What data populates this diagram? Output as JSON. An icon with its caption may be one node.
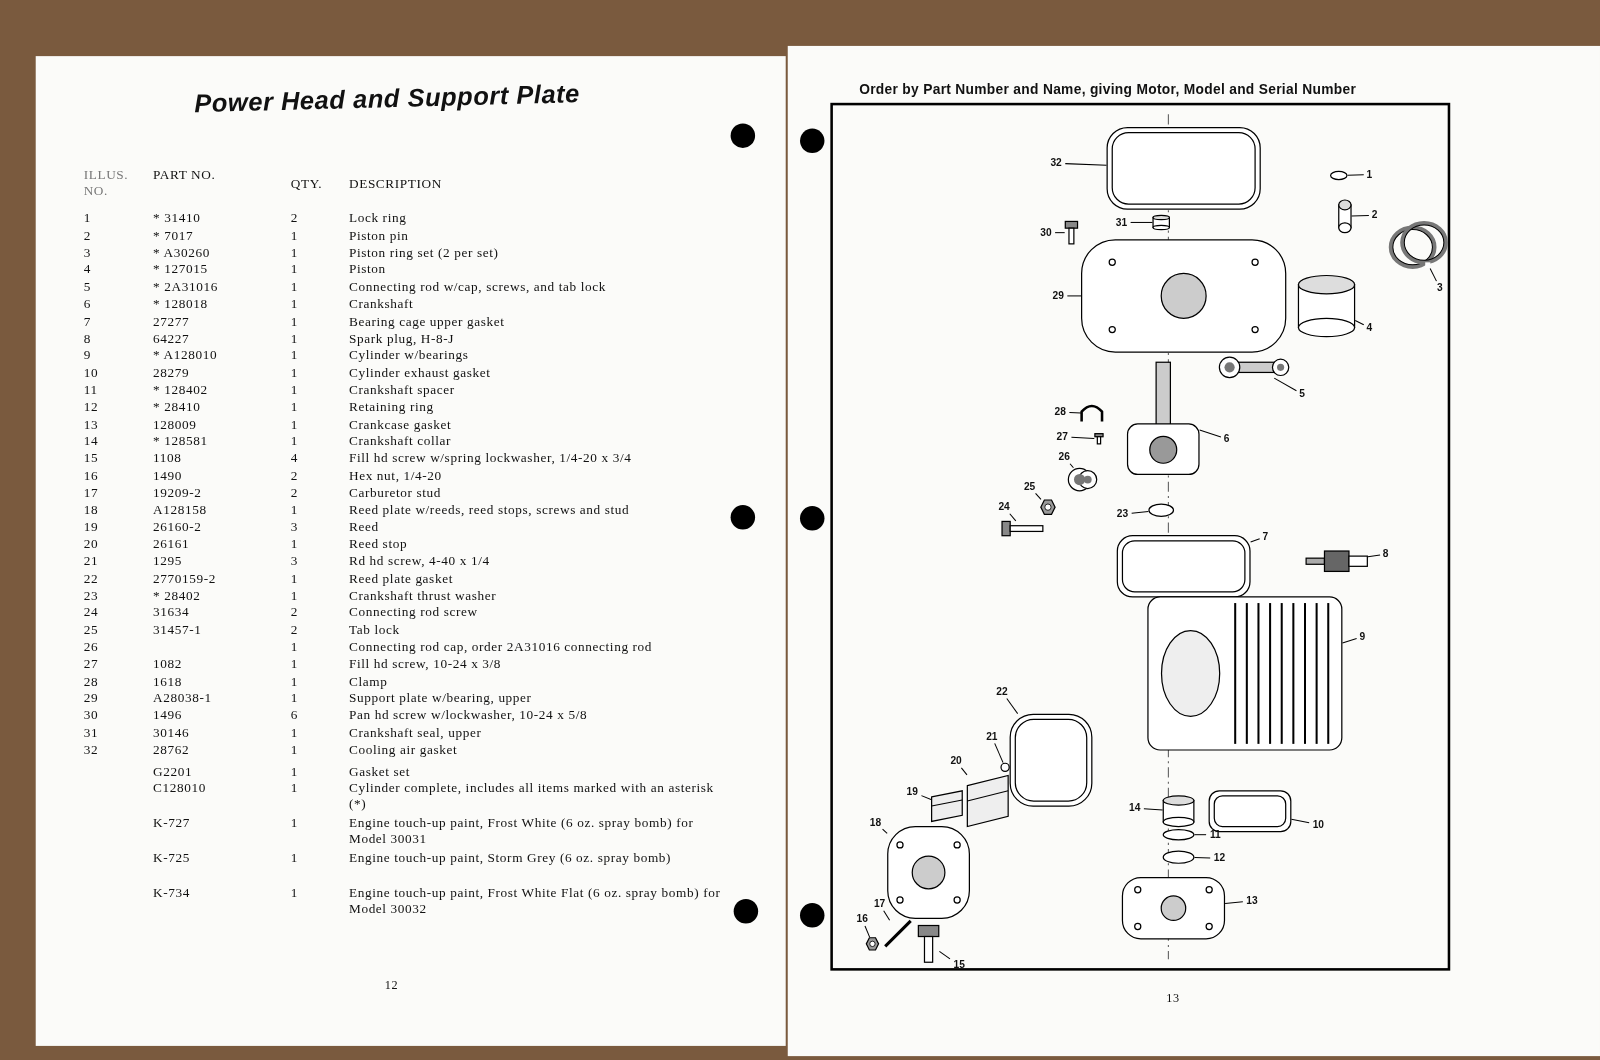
{
  "diagram": {
    "title": "Power Head and Support Plate",
    "nodes": [
      {
        "text": [
          "1"
        ]
      },
      {
        "text": [
          "2"
        ]
      },
      {
        "text": [
          "3"
        ]
      },
      {
        "text": [
          "4"
        ]
      },
      {
        "text": [
          "5"
        ]
      },
      {
        "text": [
          "6"
        ]
      },
      {
        "text": [
          "7"
        ]
      },
      {
        "text": [
          "8"
        ]
      },
      {
        "text": [
          "9"
        ]
      },
      {
        "text": [
          "10"
        ]
      },
      {
        "text": [
          "11"
        ]
      },
      {
        "text": [
          "12"
        ]
      },
      {
        "text": [
          "13"
        ]
      },
      {
        "text": [
          "14"
        ]
      },
      {
        "text": [
          "15"
        ]
      },
      {
        "text": [
          "16"
        ]
      },
      {
        "text": [
          "17"
        ]
      },
      {
        "text": [
          "18"
        ]
      },
      {
        "text": [
          "19"
        ]
      },
      {
        "text": [
          "20"
        ]
      },
      {
        "text": [
          "21"
        ]
      },
      {
        "text": [
          "22"
        ]
      },
      {
        "text": [
          "23"
        ]
      },
      {
        "text": [
          "24"
        ]
      },
      {
        "text": [
          "25"
        ]
      },
      {
        "text": [
          "26"
        ]
      },
      {
        "text": [
          "27"
        ]
      },
      {
        "text": [
          "28"
        ]
      },
      {
        "text": [
          "29"
        ]
      },
      {
        "text": [
          "30"
        ]
      },
      {
        "text": [
          "31"
        ]
      },
      {
        "text": [
          "32"
        ]
      },
      {
        "text": [],
        "shape": "circle"
      },
      {
        "text": [],
        "shape": "cylinder"
      },
      {
        "text": [],
        "shape": "picture"
      },
      {
        "text": [],
        "shape": "cylinder"
      },
      {
        "text": [],
        "shape": "picture"
      },
      {
        "text": [],
        "shape": "picture"
      },
      {
        "text": [],
        "shape": "picture"
      },
      {
        "text": [],
        "shape": "picture"
      },
      {
        "text": [],
        "shape": "picture"
      },
      {
        "text": [],
        "shape": "picture"
      },
      {
        "text": [],
        "shape": "circle"
      },
      {
        "text": [],
        "shape": "circle"
      },
      {
        "text": [],
        "shape": "picture"
      },
      {
        "text": [],
        "shape": "cylinder"
      },
      {
        "text": [],
        "shape": "picture"
      },
      {
        "text": [],
        "shape": "picture"
      },
      {
        "text": [],
        "shape": "picture"
      },
      {
        "text": [],
        "shape": "picture"
      },
      {
        "text": [],
        "shape": "picture"
      },
      {
        "text": [],
        "shape": "picture"
      },
      {
        "text": [],
        "shape": "circle"
      },
      {
        "text": [],
        "shape": "picture"
      },
      {
        "text": [],
        "shape": "circle"
      },
      {
        "text": [],
        "shape": "picture"
      },
      {
        "text": [],
        "shape": "picture"
      },
      {
        "text": [],
        "shape": "picture"
      },
      {
        "text": [],
        "shape": "picture"
      },
      {
        "text": [],
        "shape": "picture"
      },
      {
        "text": [],
        "shape": "picture"
      },
      {
        "text": [],
        "shape": "picture"
      },
      {
        "text": [],
        "shape": "cylinder"
      },
      {
        "text": [],
        "shape": "picture"
      }
    ],
    "edges": [
      {
        "from": 0,
        "to": 32,
        "arrow": "none"
      },
      {
        "from": 1,
        "to": 33,
        "arrow": "none"
      },
      {
        "from": 2,
        "to": 34,
        "arrow": "none"
      },
      {
        "from": 3,
        "to": 35,
        "arrow": "none"
      },
      {
        "from": 4,
        "to": 36,
        "arrow": "none"
      },
      {
        "from": 5,
        "to": 37,
        "arrow": "none"
      },
      {
        "from": 6,
        "to": 38,
        "arrow": "none"
      },
      {
        "from": 7,
        "to": 39,
        "arrow": "none"
      },
      {
        "from": 8,
        "to": 40,
        "arrow": "none"
      },
      {
        "from": 9,
        "to": 41,
        "arrow": "none"
      },
      {
        "from": 10,
        "to": 42,
        "arrow": "none"
      },
      {
        "from": 11,
        "to": 43,
        "arrow": "none"
      },
      {
        "from": 12,
        "to": 44,
        "arrow": "none"
      },
      {
        "from": 13,
        "to": 45,
        "arrow": "none"
      },
      {
        "from": 14,
        "to": 46,
        "arrow": "none"
      },
      {
        "from": 15,
        "to": 47,
        "arrow": "none"
      },
      {
        "from": 16,
        "to": 48,
        "arrow": "none"
      },
      {
        "from": 17,
        "to": 49,
        "arrow": "none"
      },
      {
        "from": 18,
        "to": 50,
        "arrow": "none"
      },
      {
        "from": 19,
        "to": 51,
        "arrow": "none"
      },
      {
        "from": 20,
        "to": 52,
        "arrow": "none"
      },
      {
        "from": 21,
        "to": 53,
        "arrow": "none"
      },
      {
        "from": 22,
        "to": 54,
        "arrow": "none"
      },
      {
        "from": 23,
        "to": 55,
        "arrow": "none"
      },
      {
        "from": 24,
        "to": 56,
        "arrow": "none"
      },
      {
        "from": 25,
        "to": 57,
        "arrow": "none"
      },
      {
        "from": 26,
        "to": 58,
        "arrow": "none"
      },
      {
        "from": 27,
        "to": 59,
        "arrow": "none"
      },
      {
        "from": 28,
        "to": 60,
        "arrow": "none"
      },
      {
        "from": 29,
        "to": 61,
        "arrow": "none"
      },
      {
        "from": 30,
        "to": 62,
        "arrow": "none"
      },
      {
        "from": 31,
        "to": 63,
        "arrow": "none"
      }
    ],
    "labels": [
      "ILLUS. NO.",
      "PART NO.",
      "QTY.",
      "DESCRIPTION",
      "1",
      "* 31410",
      "2",
      "Lock ring",
      "2",
      "* 7017",
      "1",
      "Piston pin",
      "3",
      "* A30260",
      "1",
      "Piston ring set (2 per set)",
      "4",
      "* 127015",
      "1",
      "Piston",
      "5",
      "* 2A31016",
      "1",
      "Connecting rod w/cap, screws, and tab lock",
      "6",
      "* 128018",
      "1",
      "Crankshaft",
      "7",
      "27277",
      "1",
      "Bearing cage upper gasket",
      "8",
      "64227",
      "1",
      "Spark plug, H-8-J",
      "9",
      "* A128010",
      "1",
      "Cylinder w/bearings",
      "10",
      "28279",
      "1",
      "Cylinder exhaust gasket",
      "11",
      "* 128402",
      "1",
      "Crankshaft spacer",
      "12",
      "* 28410",
      "1",
      "Retaining ring",
      "13",
      "128009",
      "1",
      "Crankcase gasket",
      "14",
      "* 128581",
      "1",
      "Crankshaft collar",
      "15",
      "1108",
      "4",
      "Fill hd screw w/spring lockwasher, 1/4-20 x 3/4",
      "16",
      "1490",
      "2",
      "Hex nut, 1/4-20",
      "17",
      "19209-2",
      "2",
      "Carburetor stud",
      "18",
      "A128158",
      "1",
      "Reed plate w/reeds, reed stops, screws and stud",
      "19",
      "26160-2",
      "3",
      "Reed",
      "20",
      "26161",
      "1",
      "Reed stop",
      "21",
      "1295",
      "3",
      "Rd hd screw, 4-40 x 1/4",
      "22",
      "2770159-2",
      "1",
      "Reed plate gasket",
      "23",
      "* 28402",
      "1",
      "Crankshaft thrust washer",
      "24",
      "31634",
      "2",
      "Connecting rod screw",
      "25",
      "31457-1",
      "2",
      "Tab lock",
      "26",
      "1",
      "Connecting rod cap, order 2A31016 connecting rod",
      "27",
      "1082",
      "1",
      "Fill hd screw, 10-24 x 3/8",
      "28",
      "1618",
      "1",
      "Clamp",
      "29",
      "A28038-1",
      "1",
      "Support plate w/bearing, upper",
      "30",
      "1496",
      "6",
      "Pan hd screw w/lockwasher, 10-24 x 5/8",
      "31",
      "30146",
      "1",
      "Crankshaft seal, upper",
      "32",
      "28762",
      "1",
      "Cooling air gasket",
      "G2201",
      "1",
      "Gasket set",
      "C128010",
      "1",
      "Cylinder complete, includes all items marked with an asterisk (*)",
      "K-727",
      "1",
      "Engine touch-up paint, Frost White (6 oz. spray bomb) for Model 30031",
      "K-725",
      "1",
      "Engine touch-up paint, Storm Grey (6 oz. spray bomb)",
      "K-734",
      "1",
      "Engine touch-up paint, Frost White Flat (6 oz. spray bomb) for Model 30032",
      "12",
      "Order by Part Number and Name, giving Motor, Model and Serial Number",
      "13"
    ]
  }
}
